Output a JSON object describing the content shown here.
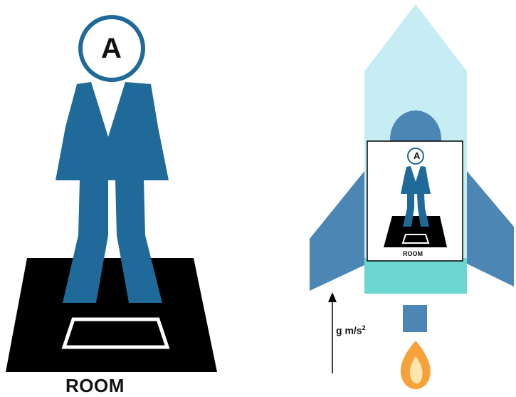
{
  "scene": {
    "left_panel": {
      "person_label": "A",
      "room_label": "ROOM"
    },
    "right_panel": {
      "inset_person_label": "A",
      "inset_room_label": "ROOM",
      "acceleration_label": "g m/s",
      "acceleration_exponent": "2"
    }
  },
  "colors": {
    "person": "#1f6a98",
    "floor": "#000000",
    "rocket_body": "#c6ecf4",
    "rocket_fins": "#4b86b4",
    "rocket_band": "#6cd6d0",
    "flame": "#f5a23a"
  },
  "icons": [
    "person-icon",
    "rocket-icon",
    "flame-icon",
    "arrow-up-icon"
  ]
}
